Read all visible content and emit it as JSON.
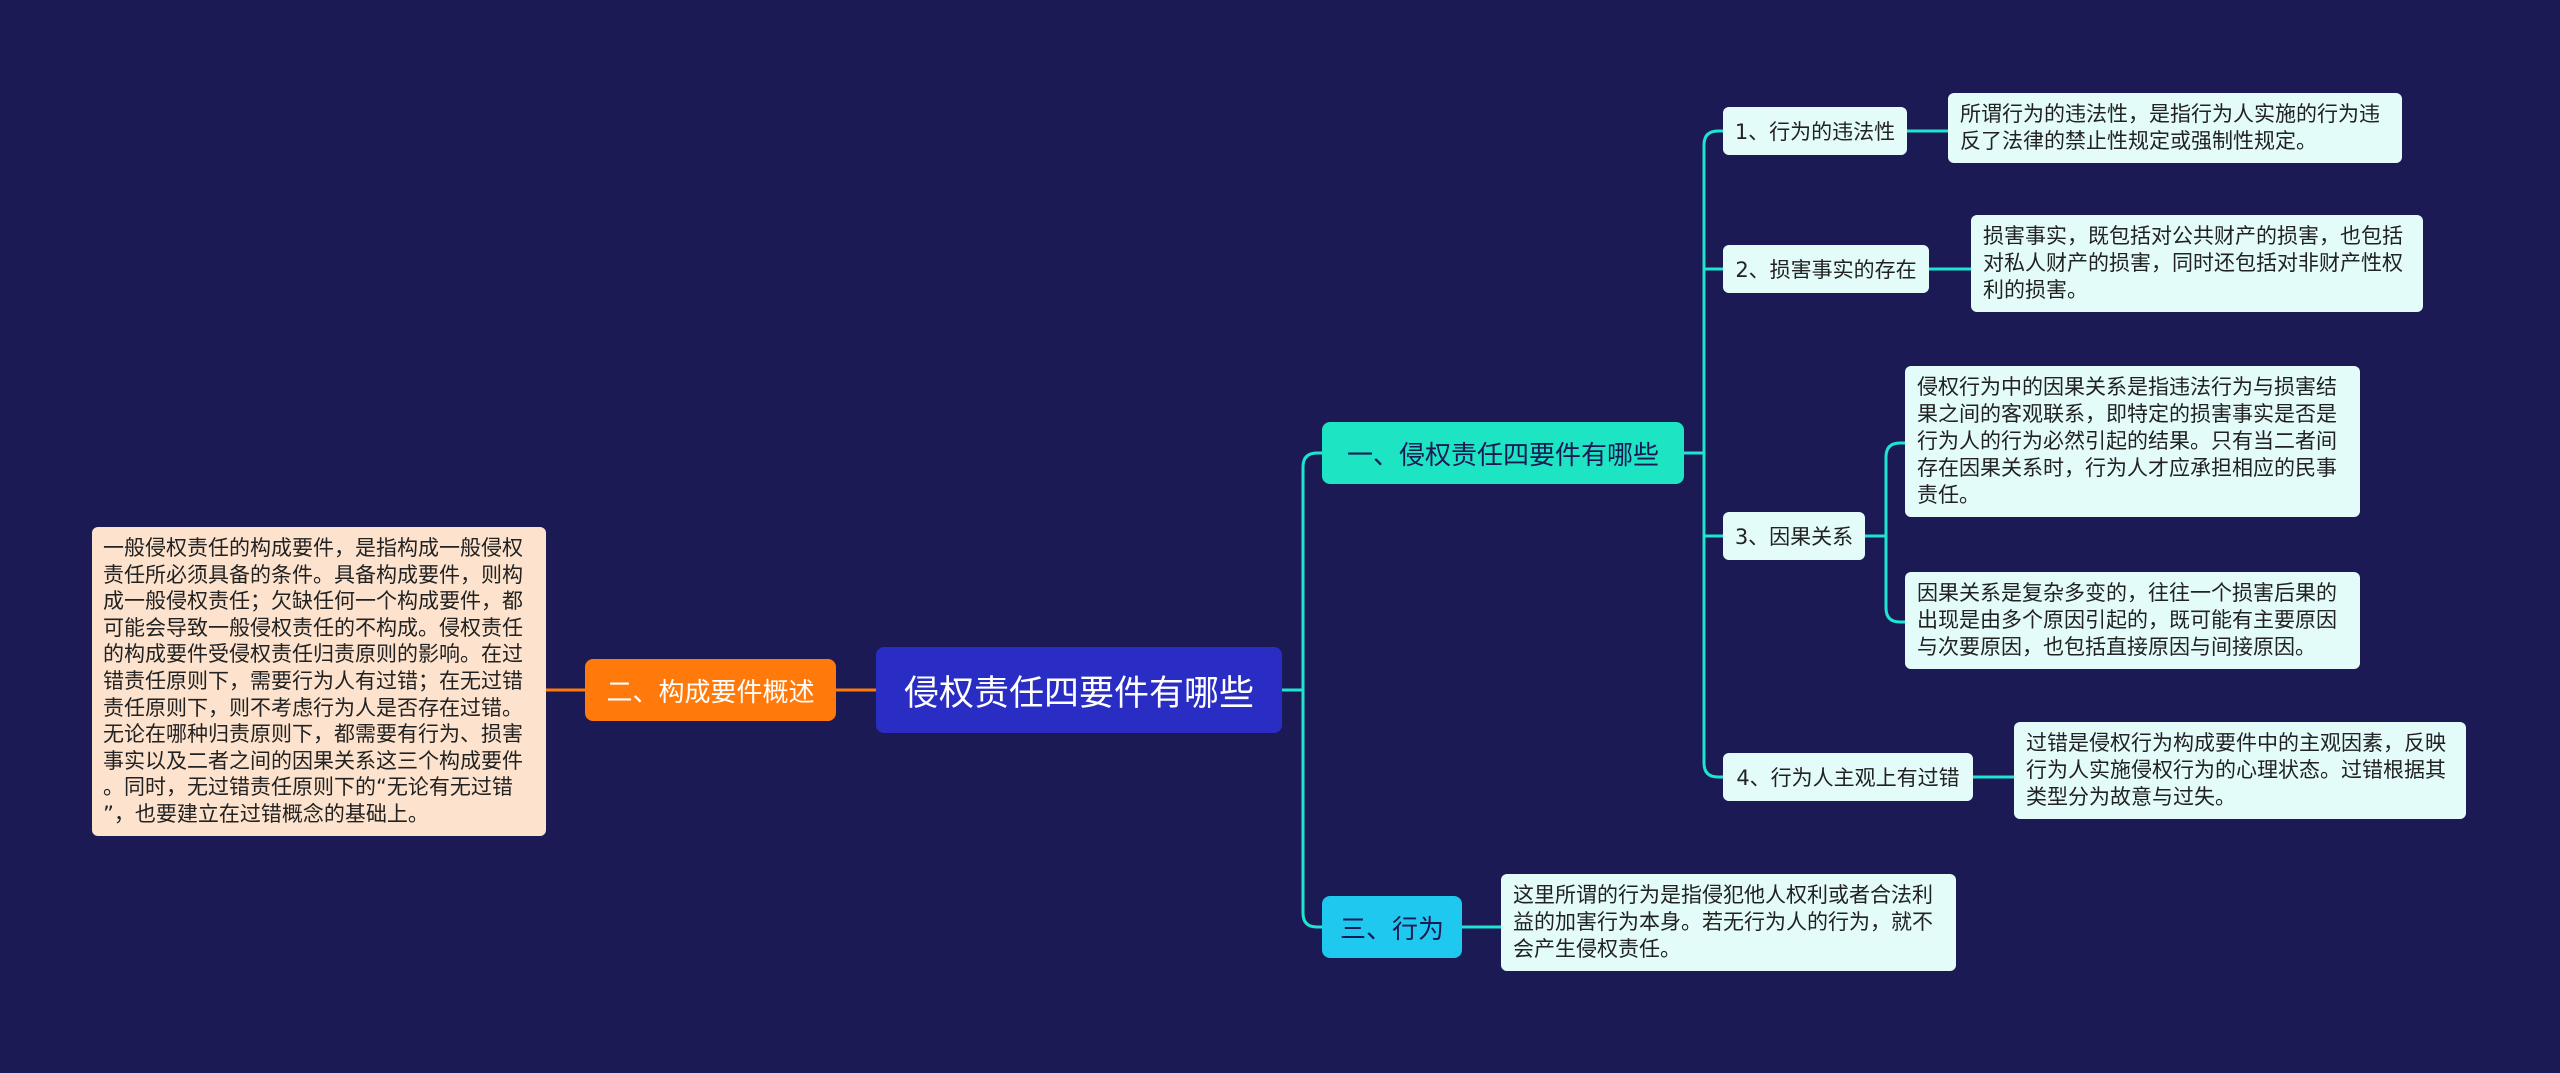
{
  "root": {
    "label": "侵权责任四要件有哪些"
  },
  "branches": {
    "elements": {
      "label": "一、侵权责任四要件有哪些"
    },
    "overview": {
      "label": "二、构成要件概述"
    },
    "act": {
      "label": "三、行为"
    }
  },
  "elements": [
    {
      "label": "1、行为的违法性",
      "details": [
        "所谓行为的违法性，是指行为人实施的行为违\n反了法律的禁止性规定或强制性规定。"
      ]
    },
    {
      "label": "2、损害事实的存在",
      "details": [
        "损害事实，既包括对公共财产的损害，也包括\n对私人财产的损害，同时还包括对非财产性权\n利的损害。"
      ]
    },
    {
      "label": "3、因果关系",
      "details": [
        "侵权行为中的因果关系是指违法行为与损害结\n果之间的客观联系，即特定的损害事实是否是\n行为人的行为必然引起的结果。只有当二者间\n存在因果关系时，行为人才应承担相应的民事\n责任。",
        "因果关系是复杂多变的，往往一个损害后果的\n出现是由多个原因引起的，既可能有主要原因\n与次要原因，也包括直接原因与间接原因。"
      ]
    },
    {
      "label": "4、行为人主观上有过错",
      "details": [
        "过错是侵权行为构成要件中的主观因素，反映\n行为人实施侵权行为的心理状态。过错根据其\n类型分为故意与过失。"
      ]
    }
  ],
  "act_detail": "这里所谓的行为是指侵犯他人权利或者合法利\n益的加害行为本身。若无行为人的行为，就不\n会产生侵权责任。",
  "overview_detail": "一般侵权责任的构成要件，是指构成一般侵权\n责任所必须具备的条件。具备构成要件，则构\n成一般侵权责任；欠缺任何一个构成要件，都\n可能会导致一般侵权责任的不构成。侵权责任\n的构成要件受侵权责任归责原则的影响。在过\n错责任原则下，需要行为人有过错；在无过错\n责任原则下，则不考虑行为人是否存在过错。\n无论在哪种归责原则下，都需要有行为、损害\n事实以及二者之间的因果关系这三个构成要件\n。同时，无过错责任原则下的“无论有无过错\n”，也要建立在过错概念的基础上。",
  "colors": {
    "background": "#1c1a54",
    "root": "#2a2dc4",
    "branch_elements": "#1de5c4",
    "branch_overview": "#ff7a0a",
    "branch_act": "#1fc8ef",
    "line_cyan": "#1de5d0",
    "line_orange": "#ff7a0a"
  }
}
